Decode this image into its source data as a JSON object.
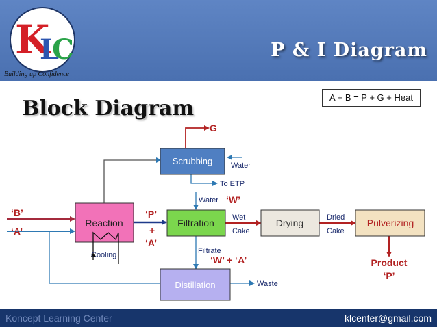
{
  "header": {
    "logo_letters": [
      "K",
      "L",
      "C"
    ],
    "tagline": "Building up Confidence",
    "title": "P & I Diagram"
  },
  "page_title": "Block Diagram",
  "equation": "A + B = P + G + Heat",
  "blocks": {
    "reaction": "Reaction",
    "scrubbing": "Scrubbing",
    "filtration": "Filtration",
    "drying": "Drying",
    "pulverizing": "Pulverizing",
    "distillation": "Distillation"
  },
  "labels": {
    "g": "G",
    "water_scrub": "Water",
    "to_etp": "To ETP",
    "water_filt": "Water",
    "w": "‘W’",
    "b_in": "‘B’",
    "a_in": "‘A’",
    "p": "‘P’",
    "plus": "+",
    "a_mid": "‘A’",
    "wet": "Wet",
    "cake": "Cake",
    "dried": "Dried",
    "dried_cake": "Cake",
    "cooling": "Cooling",
    "filtrate": "Filtrate",
    "w_plus_a": "‘W’ + ‘A’",
    "product": "Product",
    "product_p": "‘P’",
    "waste": "Waste"
  },
  "colors": {
    "reaction": "#f272b8",
    "scrubbing": "#4f7fc2",
    "filtration": "#7bd64d",
    "drying": "#ece8df",
    "pulverizing": "#f3e2c1",
    "distillation": "#b6b0f0",
    "accent_red": "#b22222",
    "line_blue": "#2e79b3",
    "line_maroon": "#a42a3c"
  },
  "footer": {
    "left": "Koncept Learning Center",
    "right": "klcenter@gmail.com"
  }
}
